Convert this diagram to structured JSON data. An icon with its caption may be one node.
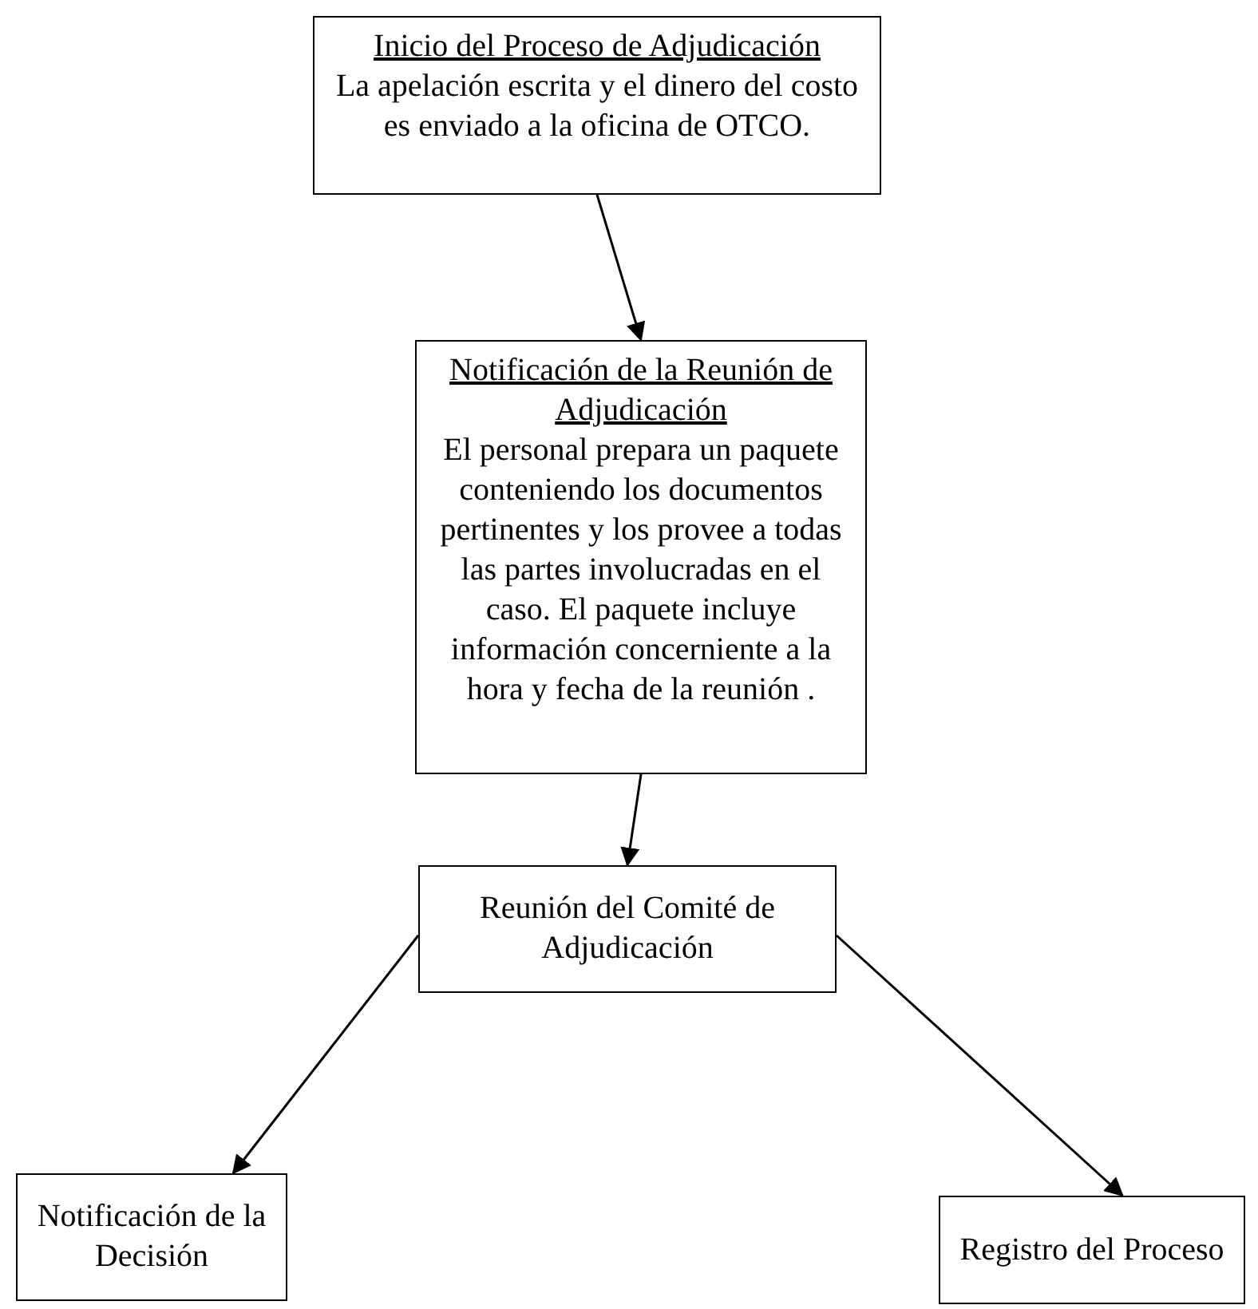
{
  "diagram": {
    "nodes": [
      {
        "text": [
          "Inicio del Proceso de Adjudicación",
          "La apelación escrita y el dinero del costo es enviado a la oficina de OTCO."
        ]
      },
      {
        "text": [
          "Notificación de la Reunión de Adjudicación",
          "El personal prepara un paquete conteniendo los documentos pertinentes y los provee a todas las partes involucradas en el caso. El paquete incluye información concerniente a la hora y fecha de la reunión ."
        ]
      },
      {
        "text": [
          "Reunión del Comité de Adjudicación"
        ]
      },
      {
        "text": [
          "Notificación de la Decisión"
        ]
      },
      {
        "text": [
          "Registro del Proceso"
        ]
      }
    ],
    "edges": [
      {
        "from": 0,
        "to": 1,
        "arrow": "to"
      },
      {
        "from": 1,
        "to": 2,
        "arrow": "to"
      },
      {
        "from": 2,
        "to": 3,
        "arrow": "to"
      },
      {
        "from": 2,
        "to": 4,
        "arrow": "to"
      }
    ]
  }
}
